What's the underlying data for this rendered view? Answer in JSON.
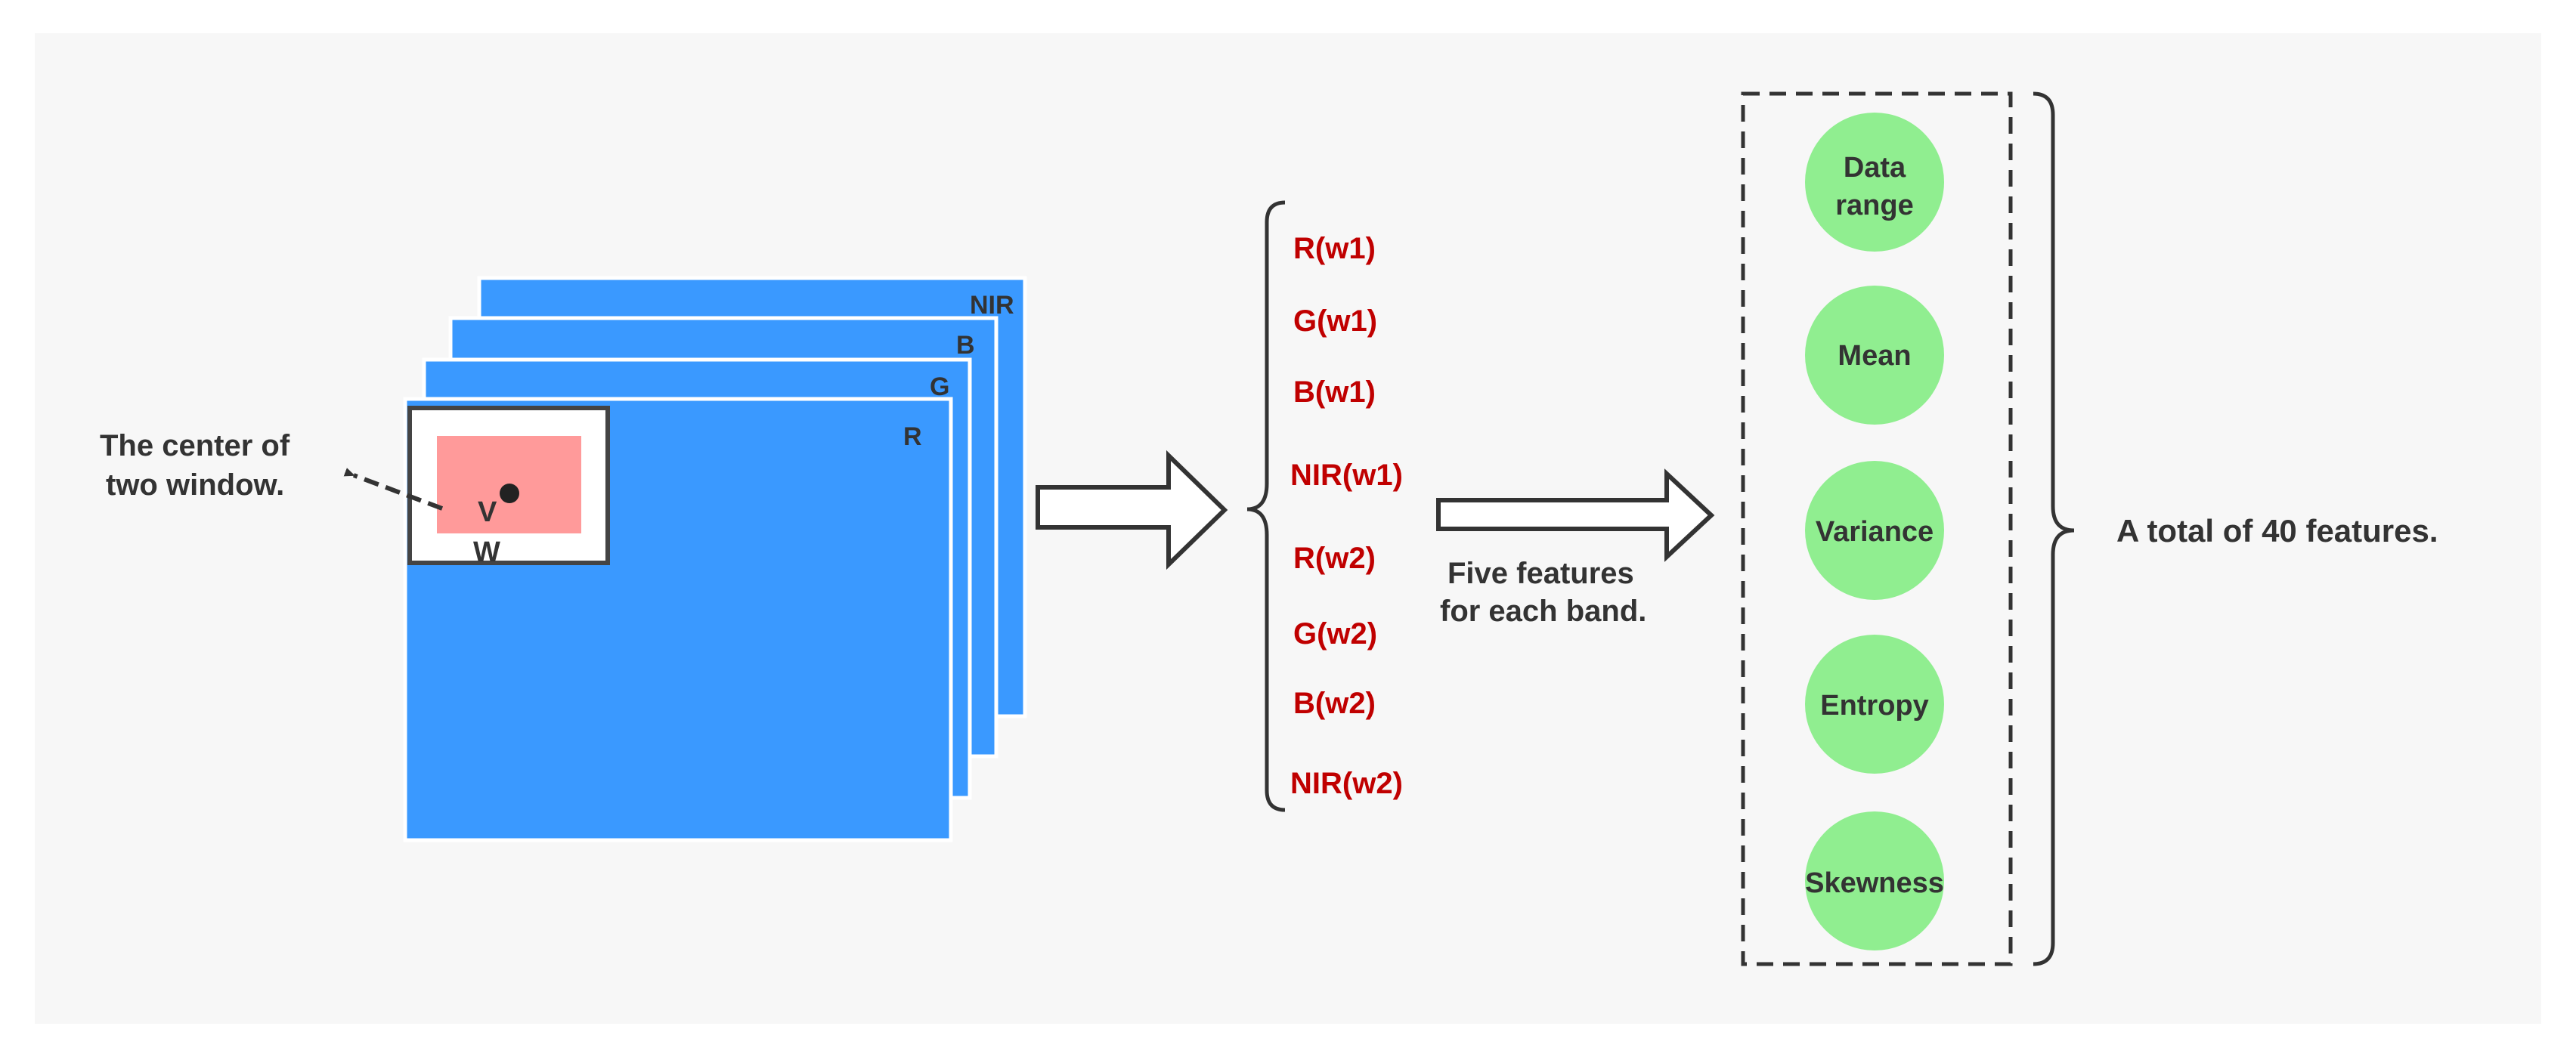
{
  "colors": {
    "panel_bg": "#f7f7f7",
    "band_fill": "#3a99ff",
    "window_fill": "#ff9a9a",
    "feature_circle": "#90ee90",
    "band_feature_text": "#c00000",
    "text": "#333333"
  },
  "bands": {
    "labels": [
      "R",
      "G",
      "B",
      "NIR"
    ]
  },
  "window": {
    "outer_label": "W",
    "inner_label": "V",
    "center_note_line1": "The center of",
    "center_note_line2": "two window."
  },
  "band_features": [
    "R(w1)",
    "G(w1)",
    "B(w1)",
    "NIR(w1)",
    "R(w2)",
    "G(w2)",
    "B(w2)",
    "NIR(w2)"
  ],
  "five_features_note": {
    "line1": "Five features",
    "line2": "for each band."
  },
  "features": [
    {
      "line1": "Data",
      "line2": "range"
    },
    {
      "line1": "Mean"
    },
    {
      "line1": "Variance"
    },
    {
      "line1": "Entropy"
    },
    {
      "line1": "Skewness"
    }
  ],
  "total_note": "A total of 40 features.",
  "icons": [
    "right-block-arrow-icon",
    "dashed-arrow-icon",
    "curly-brace-icon"
  ]
}
